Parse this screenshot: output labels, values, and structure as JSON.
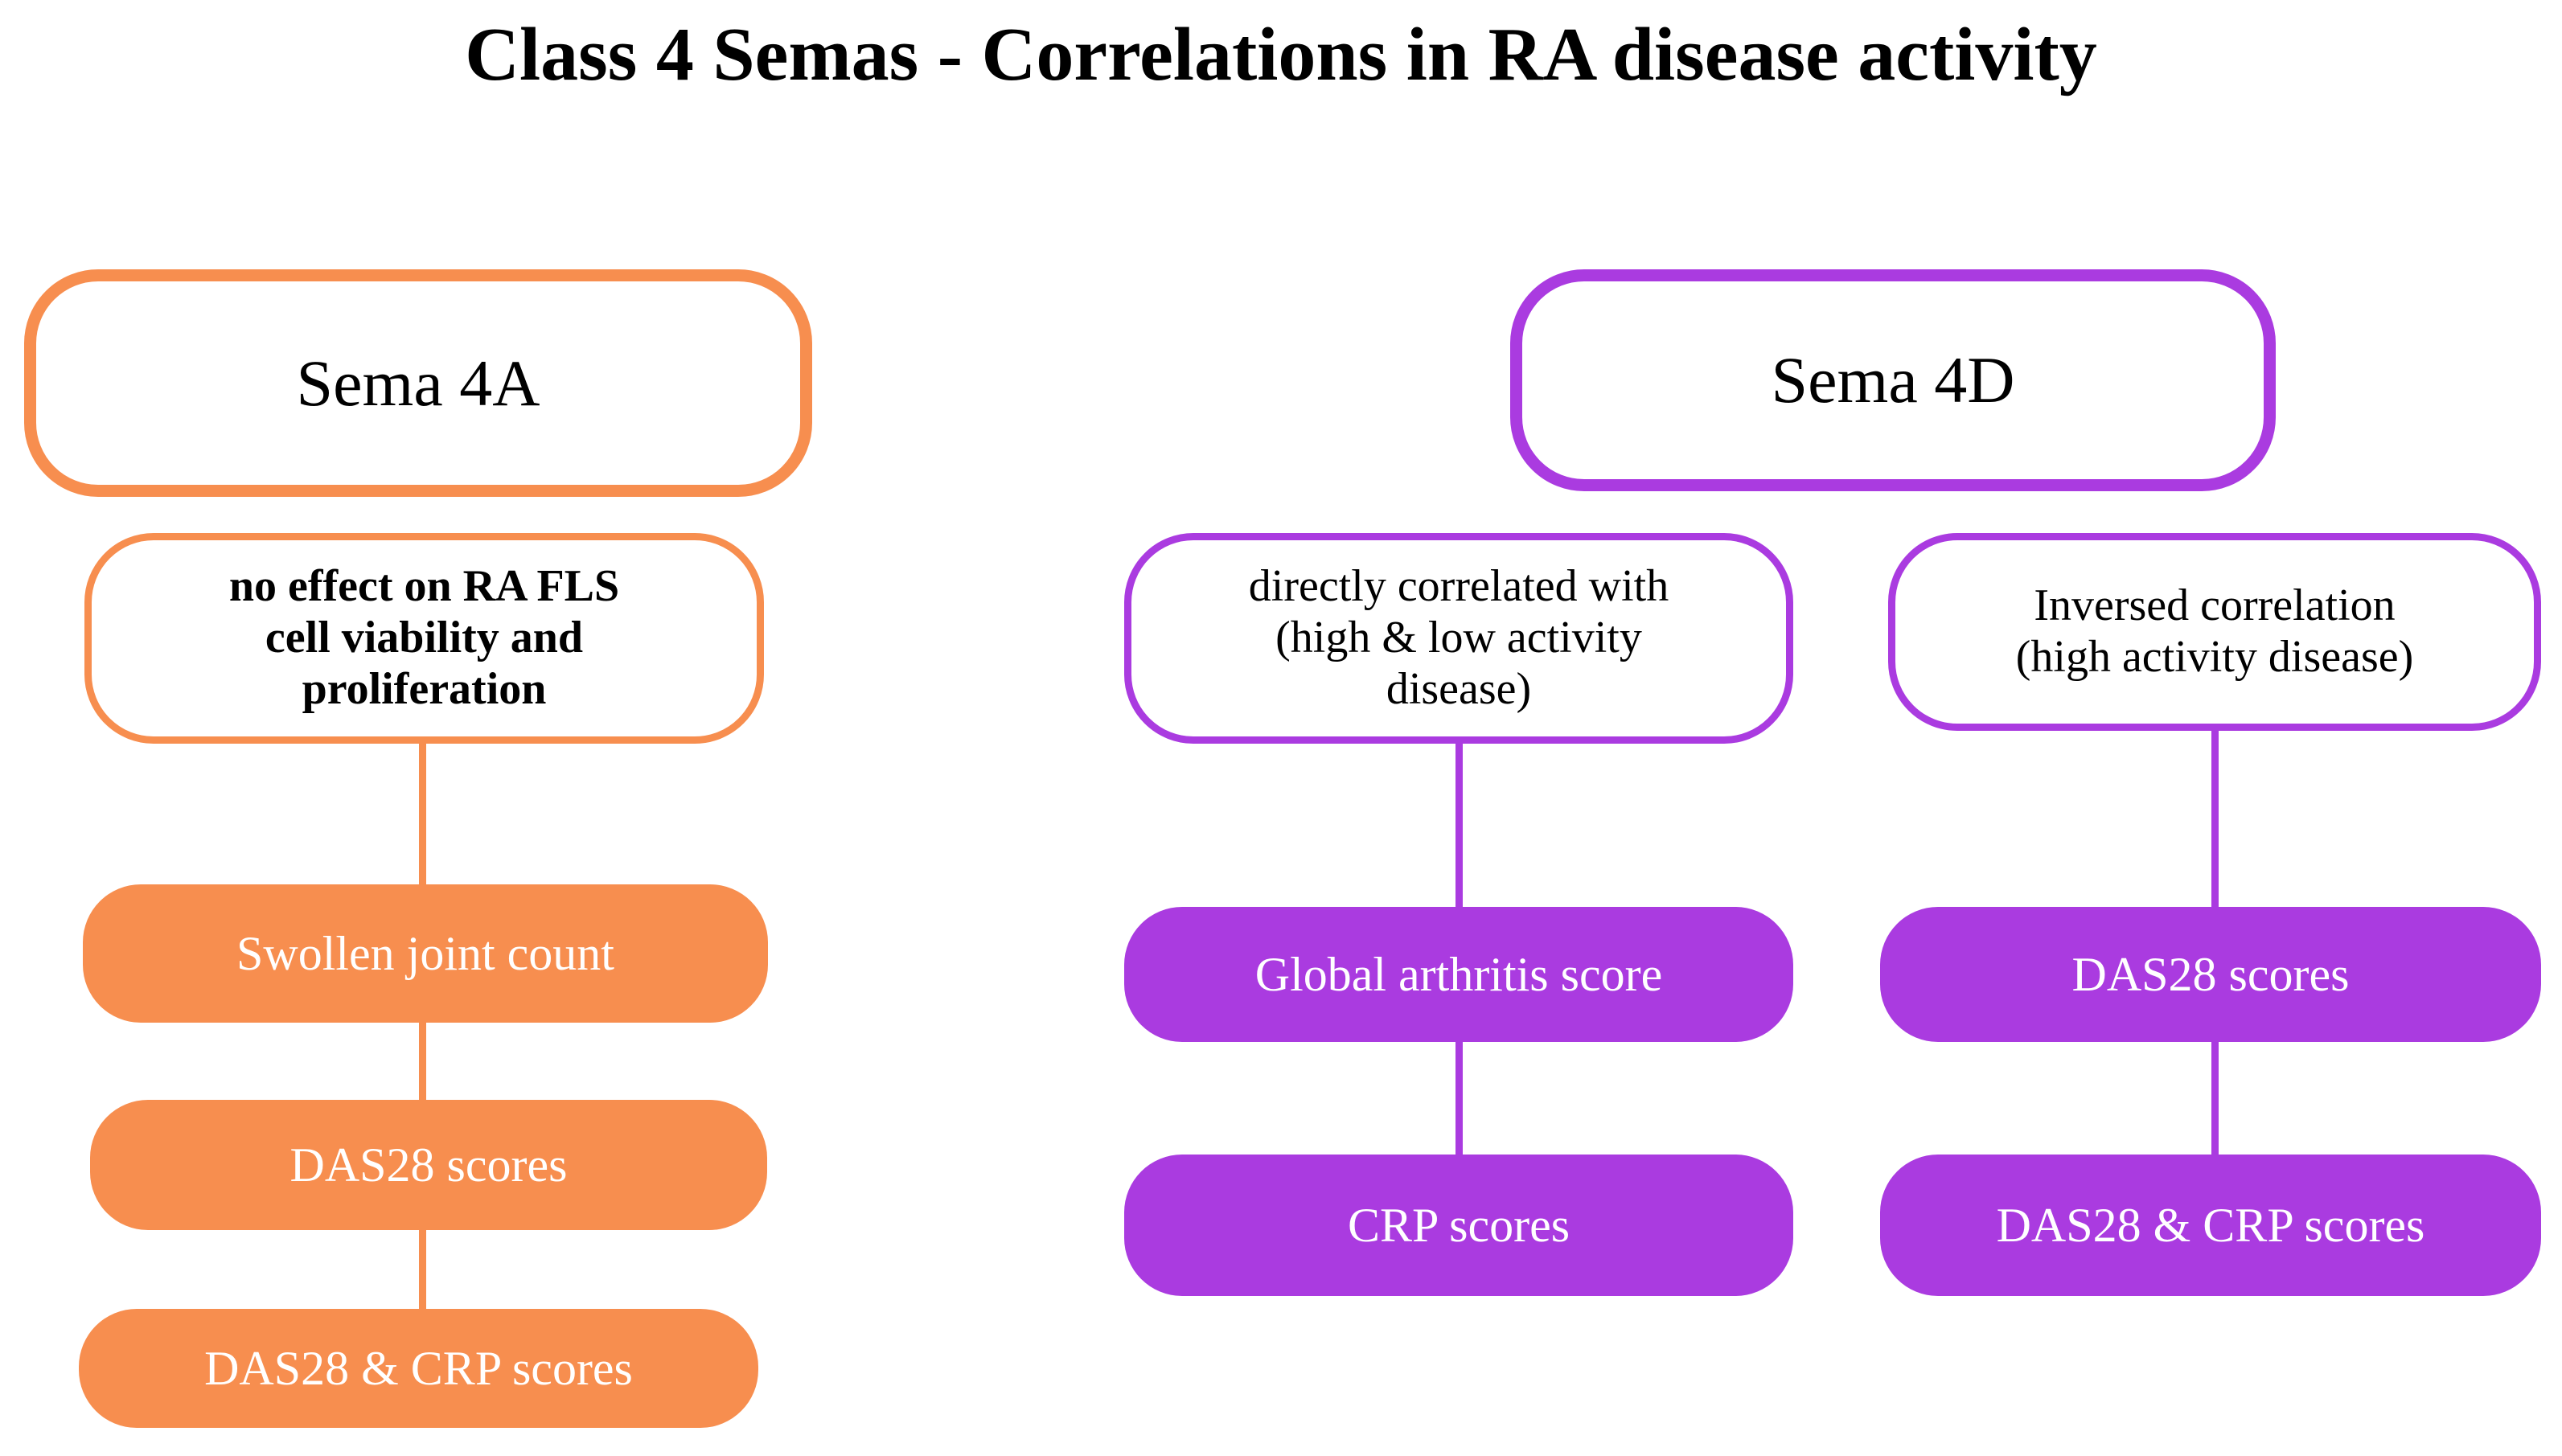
{
  "title": "Class 4 Semas - Correlations in RA disease activity",
  "colors": {
    "sema4a_accent": "#F78E4F",
    "sema4d_accent": "#AA3BE0",
    "text": "#000000",
    "box_text_light": "#FFFFFF",
    "background": "#FFFFFF"
  },
  "sema4a": {
    "label": "Sema 4A",
    "note_lines": [
      "no effect on RA FLS",
      "cell viability and",
      "proliferation"
    ],
    "findings": [
      "Swollen joint count",
      "DAS28 scores",
      "DAS28 & CRP scores"
    ]
  },
  "sema4d": {
    "label": "Sema 4D",
    "branches": [
      {
        "note_lines": [
          "directly correlated with",
          "(high & low activity",
          "disease)"
        ],
        "findings": [
          "Global arthritis score",
          "CRP scores"
        ]
      },
      {
        "note_lines": [
          "Inversed correlation",
          "(high activity disease)"
        ],
        "findings": [
          "DAS28 scores",
          "DAS28 & CRP scores"
        ]
      }
    ]
  }
}
